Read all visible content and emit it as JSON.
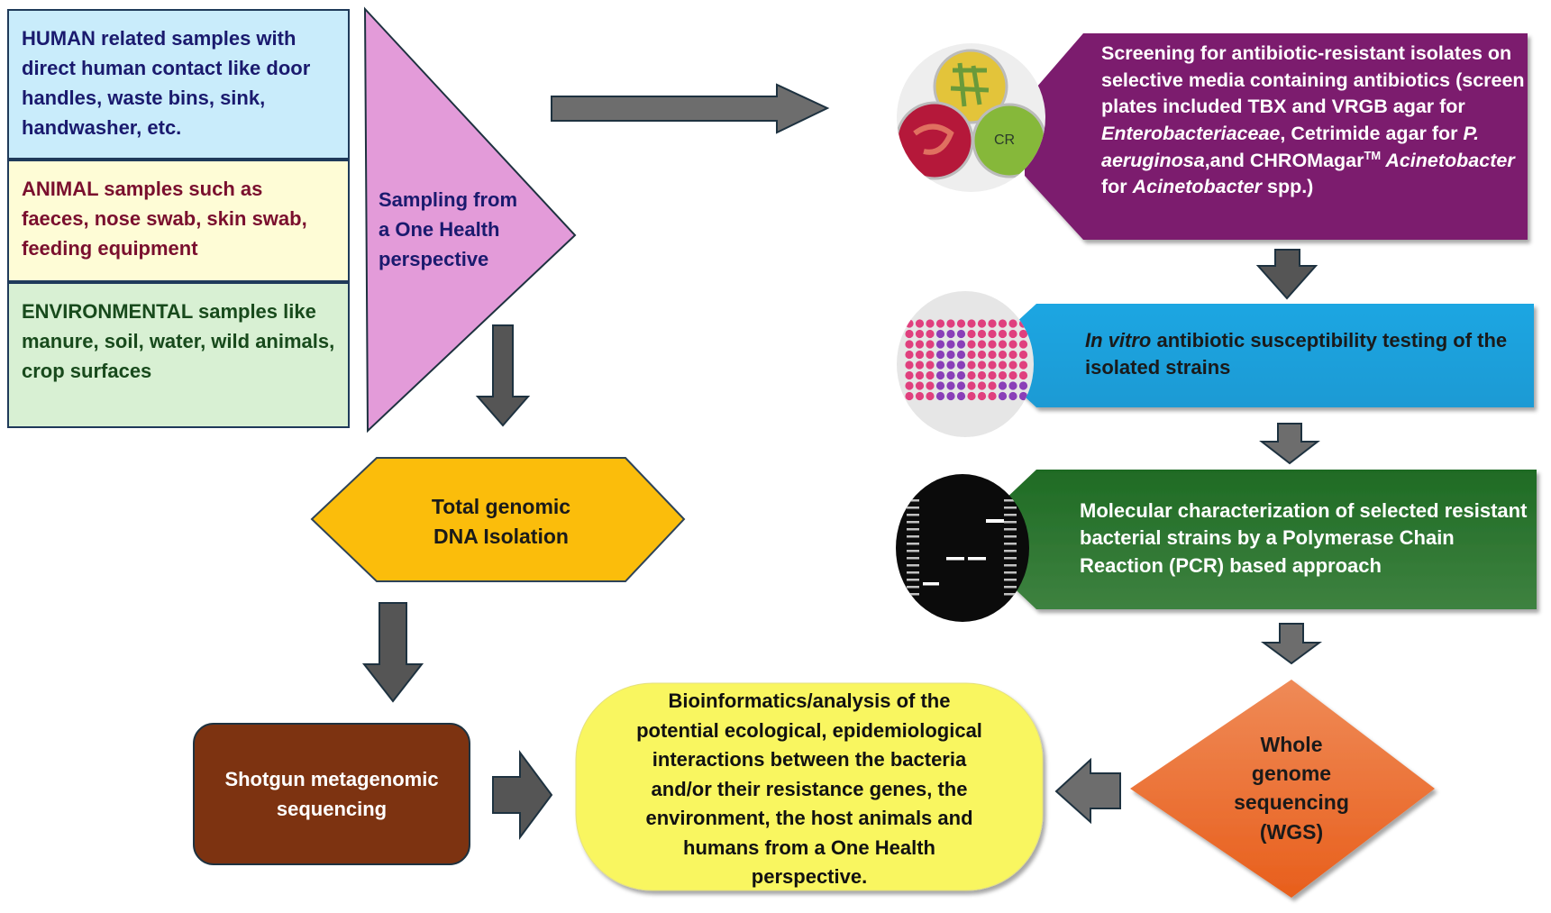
{
  "sources": {
    "human": {
      "label": "HUMAN",
      "text": " related samples with direct human contact like door handles, waste bins, sink, handwasher, etc."
    },
    "animal": {
      "label": "ANIMAL",
      "text": " samples such as faeces, nose swab, skin swab, feeding equipment"
    },
    "environmental": {
      "label": "ENVIRONMENTAL",
      "text": " samples like manure, soil, water, wild animals, crop surfaces"
    }
  },
  "sampling": {
    "lines": [
      "Sampling from",
      "a One Health",
      "perspective"
    ]
  },
  "dna_isolation": {
    "lines": [
      "Total genomic",
      "DNA Isolation"
    ]
  },
  "shotgun": {
    "lines": [
      "Shotgun metagenomic",
      "sequencing"
    ]
  },
  "bioinformatics": {
    "lines": [
      "Bioinformatics/analysis of the",
      "potential ecological, epidemiological",
      "interactions between the bacteria",
      "and/or their resistance genes, the",
      "environment, the host animals and",
      "humans from a One Health",
      "perspective."
    ]
  },
  "screening": {
    "parts": {
      "p1": "Screening for antibiotic-resistant isolates on selective media containing antibiotics (screen plates included TBX and VRGB agar for ",
      "i1": "Enterobacteriaceae",
      "p2": ", Cetrimide agar for ",
      "i2": "P. aeruginosa",
      "p3": ",and CHROMagar",
      "sup": "TM",
      "i3": " Acinetobacter",
      "p4": " for ",
      "i4": "Acinetobacter",
      "p5": " spp.)"
    }
  },
  "susceptibility": {
    "italic": "In vitro",
    "text": " antibiotic susceptibility testing of the isolated strains"
  },
  "molecular": {
    "text": "Molecular characterization of selected resistant bacterial strains by a Polymerase Chain Reaction (PCR) based approach"
  },
  "wgs": {
    "lines": [
      "Whole",
      "genome",
      "sequencing",
      "(WGS)"
    ]
  },
  "colors": {
    "human_bg": "#c9ecfb",
    "animal_bg": "#fefcd6",
    "env_bg": "#d8f0d3",
    "sampling_fill": "#e39bd9",
    "dna_fill": "#fbbd0b",
    "shotgun_fill": "#7d3311",
    "bio_fill": "#f9f660",
    "screening_fill": "#7b1f6e",
    "susceptibility_fill": "#1ea6e0",
    "molecular_fill": "#2f7a32",
    "wgs_fill": "#f07330",
    "arrow_fill": "#6d6d6d",
    "arrow_stroke": "#1e3240"
  }
}
